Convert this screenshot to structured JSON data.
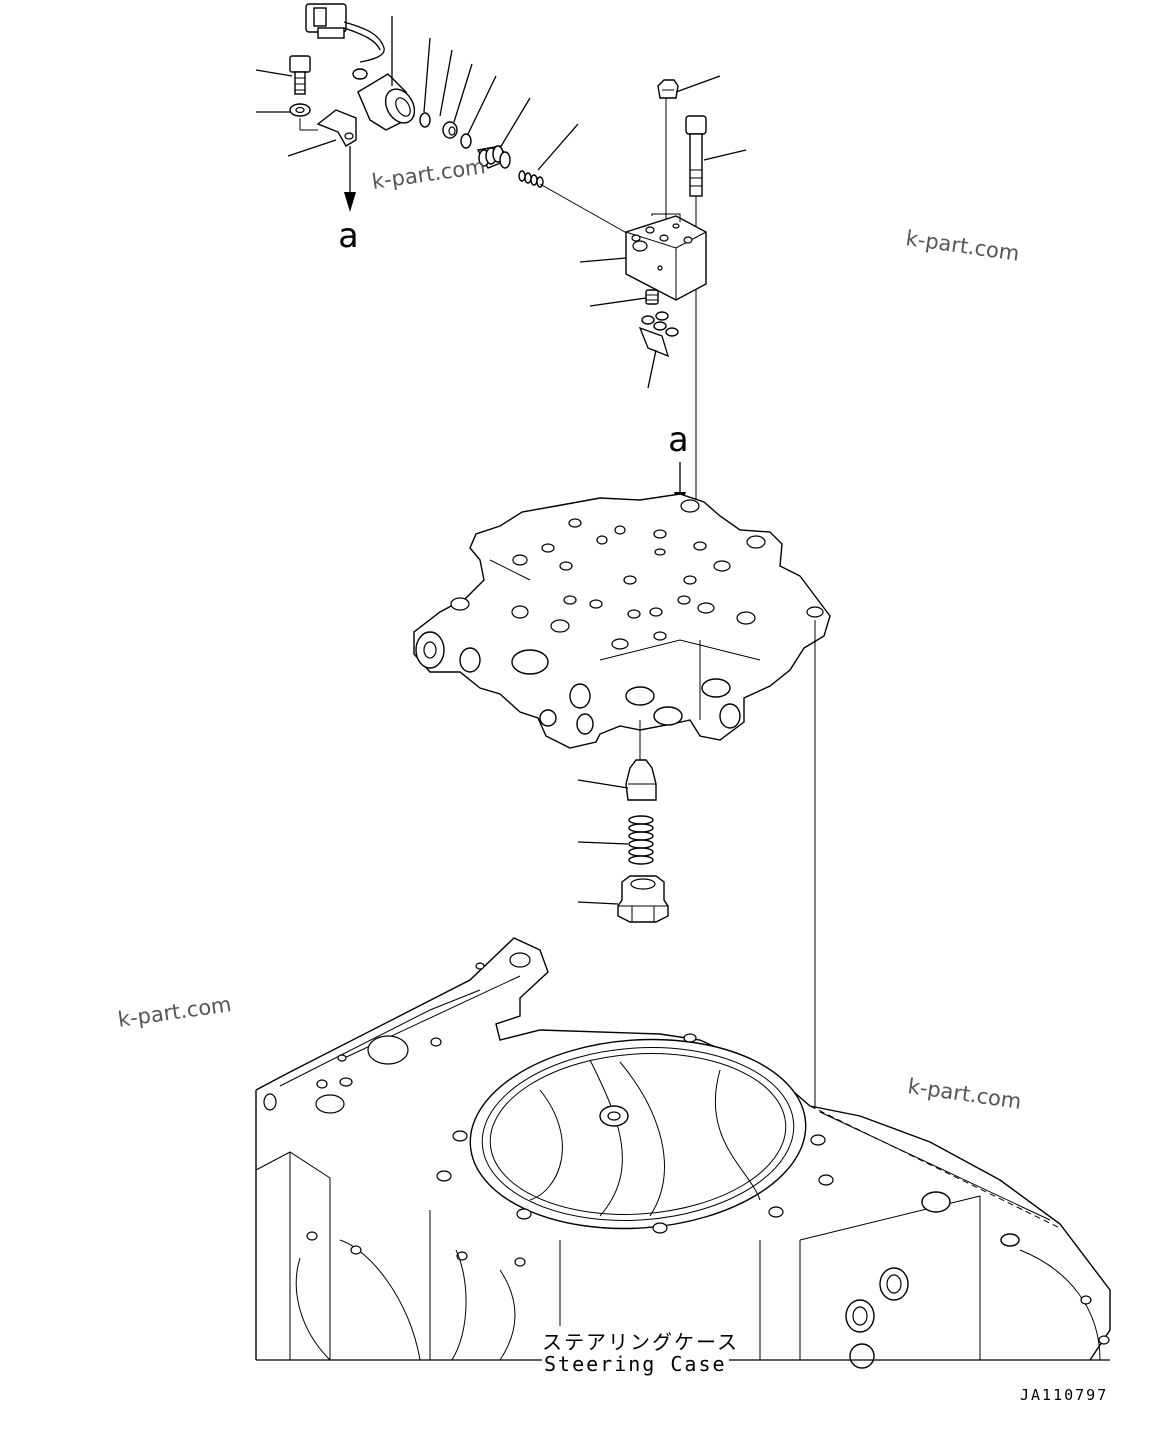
{
  "reference_marks": {
    "upper": "a",
    "lower": "a"
  },
  "watermarks": [
    "k-part.com",
    "k-part.com",
    "k-part.com",
    "k-part.com"
  ],
  "case_label": {
    "japanese": "ステアリングケース",
    "english": "Steering Case"
  },
  "drawing_code": "JA110797"
}
